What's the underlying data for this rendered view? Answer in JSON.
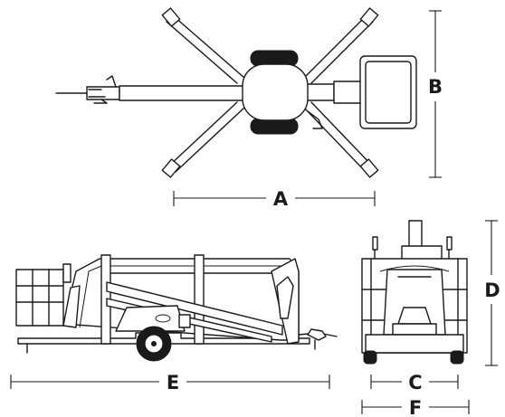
{
  "dimension_labels": {
    "a": "A",
    "b": "B",
    "c": "C",
    "d": "D",
    "e": "E",
    "f": "F"
  },
  "colors": {
    "line": "#1a1a1a",
    "tire": "#1a1a1a",
    "background": "#ffffff"
  }
}
